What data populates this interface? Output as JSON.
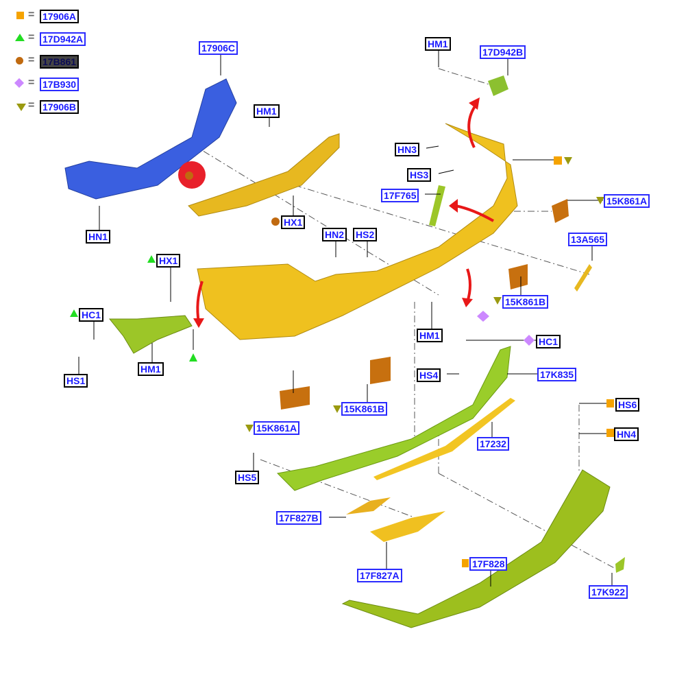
{
  "legend": [
    {
      "symbol": "square",
      "color": "#f5a300",
      "label": "17906A"
    },
    {
      "symbol": "triangle-up",
      "color": "#22dd22",
      "label": "17D942A"
    },
    {
      "symbol": "circle",
      "color": "#c06a10",
      "label": "17B861"
    },
    {
      "symbol": "diamond",
      "color": "#cc88ff",
      "label": "17B930"
    },
    {
      "symbol": "triangle-down",
      "color": "#9a9a10",
      "label": "17906B"
    }
  ],
  "equals": "=",
  "callouts": [
    "17906C",
    "HM1",
    "HN1",
    "HX1",
    "HM1",
    "17D942B",
    "HN3",
    "HS3",
    "17F765",
    "15K861A",
    "13A565",
    "HN2",
    "HS2",
    "HX1",
    "HC1",
    "HS1",
    "HM1",
    "15K861B",
    "HM1",
    "HC1",
    "HS4",
    "17K835",
    "15K861B",
    "15K861A",
    "HS6",
    "HN4",
    "17232",
    "HS5",
    "17F827B",
    "17F827A",
    "17F828",
    "17K922"
  ]
}
